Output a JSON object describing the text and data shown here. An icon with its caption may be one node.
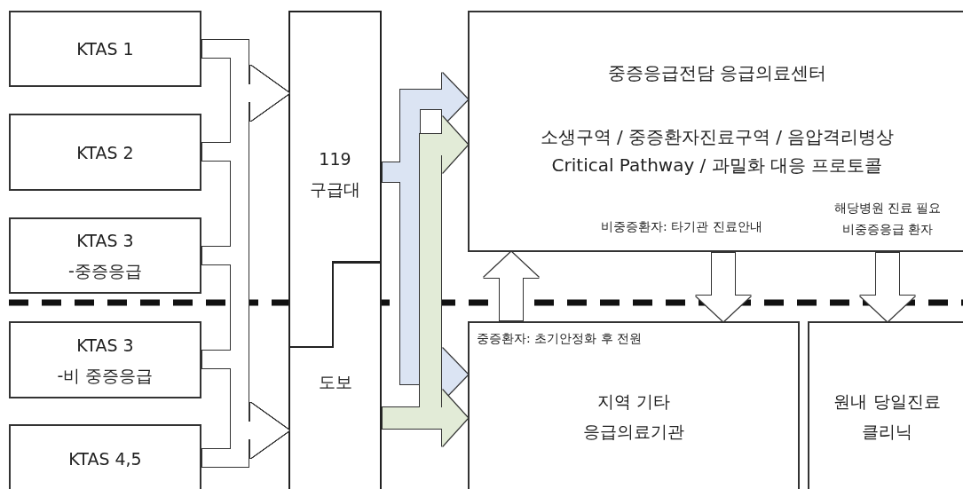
{
  "diagram": {
    "nodes": [
      {
        "text": [
          "KTAS 1"
        ]
      },
      {
        "text": [
          "KTAS 2"
        ]
      },
      {
        "text": [
          "KTAS 3 -중증응급"
        ]
      },
      {
        "text": [
          "KTAS 3 -비 중증응급"
        ]
      },
      {
        "text": [
          "KTAS 4,5"
        ]
      },
      {
        "text": [
          "119 구급대"
        ]
      },
      {
        "text": [
          "도보"
        ]
      },
      {
        "text": [
          "중증응급전담 응급의료센터",
          "소생구역 / 중증환자진료구역 / 음압격리병상 Critical Pathway / 과밀화 대응 프로토콜"
        ]
      },
      {
        "text": [
          "지역 기타 응급의료기관"
        ]
      },
      {
        "text": [
          "원내 당일진료 클리닉"
        ]
      }
    ],
    "edges": [
      {
        "from": 0,
        "to": 5,
        "arrow": "to"
      },
      {
        "from": 0,
        "to": 6,
        "arrow": "to"
      },
      {
        "from": 1,
        "to": 5,
        "arrow": "to"
      },
      {
        "from": 1,
        "to": 6,
        "arrow": "to"
      },
      {
        "from": 2,
        "to": 5,
        "arrow": "to"
      },
      {
        "from": 2,
        "to": 6,
        "arrow": "to"
      },
      {
        "from": 3,
        "to": 5,
        "arrow": "to"
      },
      {
        "from": 3,
        "to": 6,
        "arrow": "to"
      },
      {
        "from": 4,
        "to": 5,
        "arrow": "to"
      },
      {
        "from": 4,
        "to": 6,
        "arrow": "to"
      },
      {
        "from": 5,
        "to": 7,
        "arrow": "to",
        "color": "#dbe4f3"
      },
      {
        "from": 5,
        "to": 8,
        "arrow": "to",
        "color": "#dbe4f3"
      },
      {
        "from": 6,
        "to": 7,
        "arrow": "to",
        "color": "#e2ebd7"
      },
      {
        "from": 6,
        "to": 8,
        "arrow": "to",
        "color": "#e2ebd7"
      },
      {
        "from": 8,
        "to": 7,
        "arrow": "to",
        "label": "중증환자: 초기안정화 후 전원"
      },
      {
        "from": 7,
        "to": 8,
        "arrow": "to",
        "label": "비중증환자: 타기관 진료안내"
      },
      {
        "from": 7,
        "to": 9,
        "arrow": "to",
        "label": "해당병원 진료 필요 비중증응급 환자"
      }
    ]
  }
}
